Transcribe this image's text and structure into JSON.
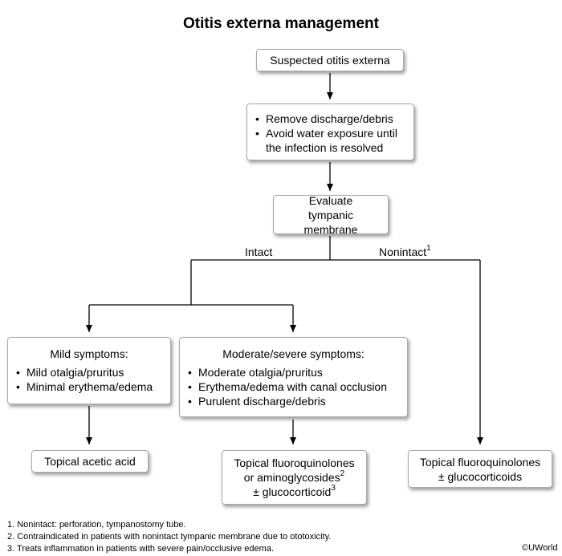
{
  "title": "Otitis externa management",
  "nodes": {
    "suspected": {
      "text": "Suspected otitis externa"
    },
    "remove": {
      "items": [
        "Remove discharge/debris",
        "Avoid water exposure until the infection is resolved"
      ]
    },
    "evaluate": {
      "text": "Evaluate tympanic membrane"
    },
    "mild": {
      "heading": "Mild symptoms:",
      "items": [
        "Mild otalgia/pruritus",
        "Minimal erythema/edema"
      ]
    },
    "moderate": {
      "heading": "Moderate/severe symptoms:",
      "items": [
        "Moderate otalgia/pruritus",
        "Erythema/edema with canal occlusion",
        "Purulent discharge/debris"
      ]
    },
    "acetic": {
      "text": "Topical acetic acid"
    },
    "fluoro_mod": {
      "line1": "Topical fluoroquinolones",
      "line2": "or aminoglycosides",
      "sup2": "2",
      "line3": "± glucocorticoid",
      "sup3": "3"
    },
    "fluoro_non": {
      "line1": "Topical fluoroquinolones",
      "line2": "± glucocorticoids"
    }
  },
  "edge_labels": {
    "intact": "Intact",
    "nonintact": "Nonintact",
    "nonintact_sup": "1"
  },
  "footnotes": [
    "1. Nonintact: perforation, tympanostomy tube.",
    "2. Contraindicated in patients with nonintact tympanic membrane due to ototoxicity.",
    "3. Treats inflammation in patients with severe pain/occlusive edema."
  ],
  "credit": "©UWorld"
}
